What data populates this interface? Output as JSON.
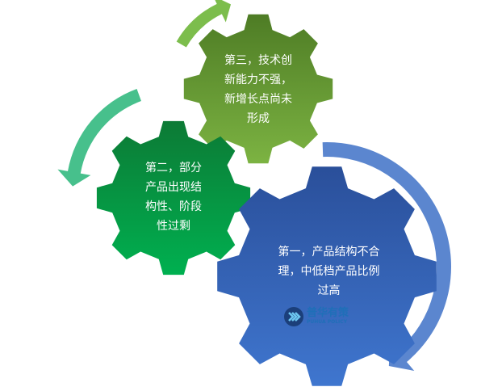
{
  "gears": [
    {
      "id": "first",
      "text_lines": [
        "第一，产品结构不合",
        "理，中低档产品比例",
        "过高"
      ],
      "color_top": "#2a4f9a",
      "color_bottom": "#3f76cf"
    },
    {
      "id": "second",
      "text_lines": [
        "第二，部分",
        "产品出现结",
        "构性、阶段",
        "性过剩"
      ],
      "color_top": "#0c7a35",
      "color_bottom": "#00b050"
    },
    {
      "id": "third",
      "text_lines": [
        "第三，技术创",
        "新能力不强，",
        "新增长点尚未",
        "形成"
      ],
      "color_top": "#4e7c25",
      "color_bottom": "#7cb342"
    }
  ],
  "arrows": [
    {
      "color": "#5b86cf"
    },
    {
      "color": "#47c08c"
    },
    {
      "color": "#7cbd4c"
    }
  ],
  "logo": {
    "cn": "普华有策",
    "en": "PUHUA POLICY"
  }
}
